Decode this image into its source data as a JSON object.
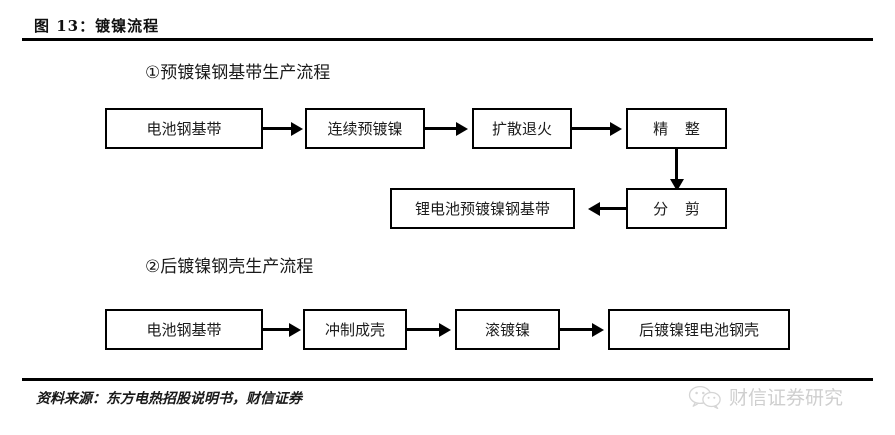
{
  "figure": {
    "title": "图 13：镀镍流程",
    "source": "资料来源：东方电热招股说明书，财信证券"
  },
  "sections": [
    {
      "id": "sec1",
      "heading": "①预镀镍钢基带生产流程"
    },
    {
      "id": "sec2",
      "heading": "②后镀镍钢壳生产流程"
    }
  ],
  "flow": {
    "row1": [
      {
        "label": "电池钢基带"
      },
      {
        "label": "连续预镀镍"
      },
      {
        "label": "扩散退火"
      },
      {
        "label": "精  整"
      }
    ],
    "row2": [
      {
        "label": "锂电池预镀镍钢基带"
      },
      {
        "label": "分  剪"
      }
    ],
    "row3": [
      {
        "label": "电池钢基带"
      },
      {
        "label": "冲制成壳"
      },
      {
        "label": "滚镀镍"
      },
      {
        "label": "后镀镍锂电池钢壳"
      }
    ]
  },
  "watermark": {
    "text": "财信证券研究",
    "icon": "wechat-icon",
    "color": "#cfcfcf"
  },
  "colors": {
    "line": "#000000",
    "text": "#1c1c1c",
    "background": "#ffffff"
  }
}
